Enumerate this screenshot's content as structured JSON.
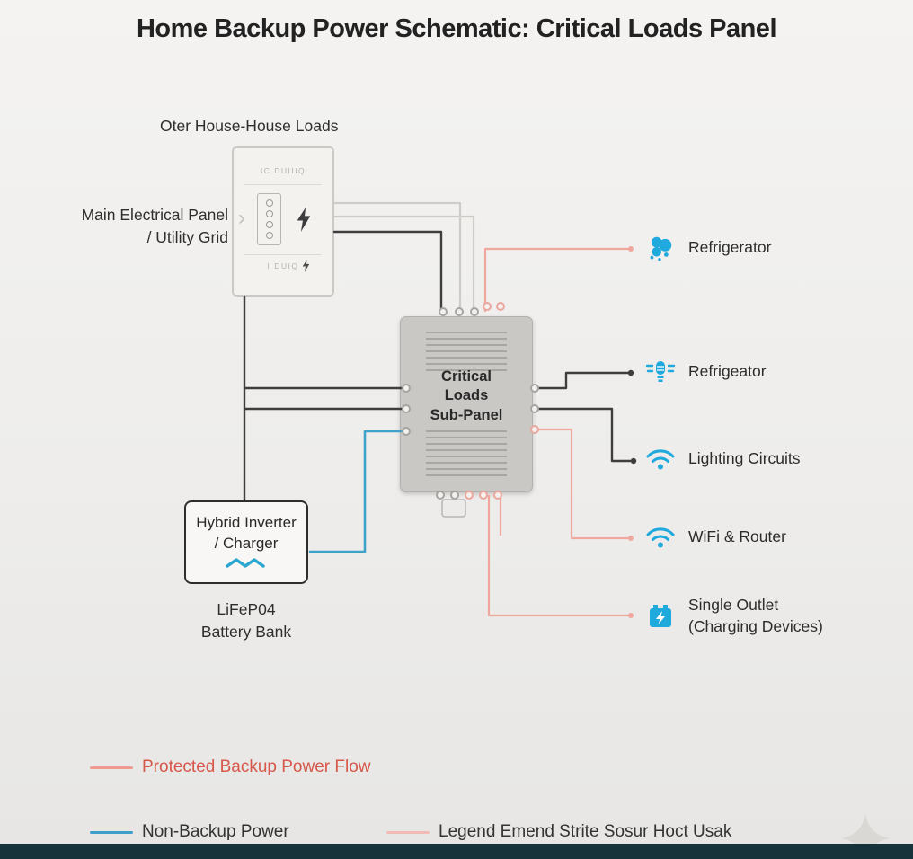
{
  "title": "Home Backup Power Schematic: Critical Loads Panel",
  "main_panel": {
    "top_label": "Oter House-House Loads",
    "side_label": "Main Electrical Panel\n/ Utility Grid",
    "micro_top": "IC DUIIIQ",
    "micro_bottom": "I DUIQ"
  },
  "icons": {
    "chevron": "›"
  },
  "sub_panel": {
    "label": "Critical\nLoads\nSub-Panel"
  },
  "inverter": {
    "label": "Hybrid Inverter\n/ Charger",
    "battery_label": "LiFeP04\nBattery Bank"
  },
  "loads": [
    {
      "label": "Refrigerator",
      "icon": "snowflake-icon"
    },
    {
      "label": "Refrigeator",
      "icon": "lightbulb-icon"
    },
    {
      "label": "Lighting Circuits",
      "icon": "wifi-icon"
    },
    {
      "label": "WiFi & Router",
      "icon": "wifi-icon"
    },
    {
      "label": "Single Outlet\n(Charging Devices)",
      "icon": "battery-icon"
    }
  ],
  "legend": [
    {
      "label": "Protected Backup Power Flow",
      "line_color": "#ef9a90",
      "text_color": "#d7584a"
    },
    {
      "label": "Non-Backup Power",
      "line_color": "#3f9fc9",
      "text_color": "#333333"
    },
    {
      "label": "Legend Emend Strite Sosur Hoct Usak",
      "line_color": "#f2bab4",
      "text_color": "#333333"
    }
  ],
  "colors": {
    "background": "#efeeec",
    "wire_dark": "#3e3e3e",
    "wire_backup": "#f0a79e",
    "wire_blue": "#3fa2cb",
    "wire_light": "#ccccc8",
    "icon_blue": "#1fa9dc",
    "bottom_bar": "#16333c"
  }
}
